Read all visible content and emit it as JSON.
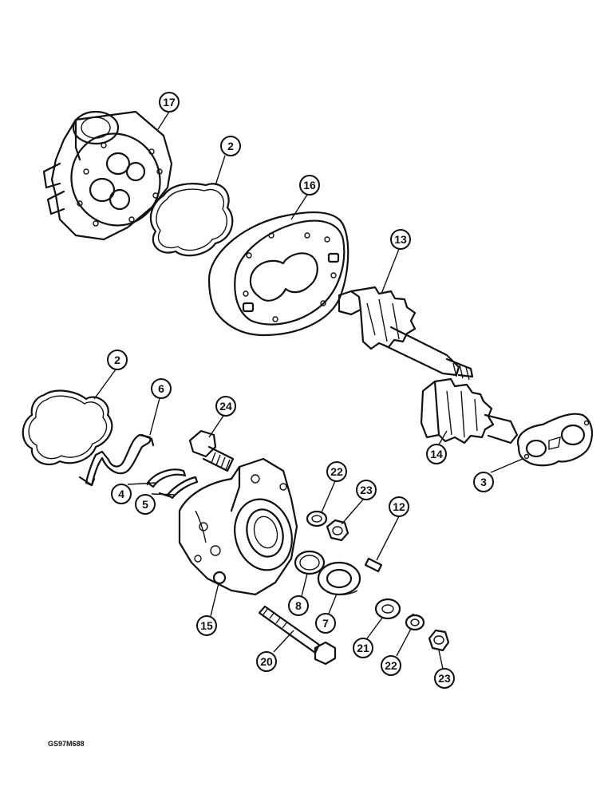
{
  "figure": {
    "reference_code": "GS97M688"
  },
  "callouts": [
    {
      "id": "c17",
      "label": "17",
      "part": "rear-cover"
    },
    {
      "id": "c2a",
      "label": "2",
      "part": "o-ring-upper"
    },
    {
      "id": "c16",
      "label": "16",
      "part": "gear-housing"
    },
    {
      "id": "c13",
      "label": "13",
      "part": "drive-gear-shaft"
    },
    {
      "id": "c2b",
      "label": "2",
      "part": "o-ring-lower"
    },
    {
      "id": "c6",
      "label": "6",
      "part": "seal-retainer"
    },
    {
      "id": "c24",
      "label": "24",
      "part": "cap-screw"
    },
    {
      "id": "c14",
      "label": "14",
      "part": "driven-gear"
    },
    {
      "id": "c3",
      "label": "3",
      "part": "wear-plate"
    },
    {
      "id": "c22a",
      "label": "22",
      "part": "lock-washer-upper"
    },
    {
      "id": "c23a",
      "label": "23",
      "part": "nut-upper"
    },
    {
      "id": "c12",
      "label": "12",
      "part": "key"
    },
    {
      "id": "c4",
      "label": "4",
      "part": "backup-seal"
    },
    {
      "id": "c5",
      "label": "5",
      "part": "seal"
    },
    {
      "id": "c8",
      "label": "8",
      "part": "snap-ring"
    },
    {
      "id": "c7",
      "label": "7",
      "part": "shaft-seal"
    },
    {
      "id": "c15",
      "label": "15",
      "part": "front-cover"
    },
    {
      "id": "c21",
      "label": "21",
      "part": "flat-washer"
    },
    {
      "id": "c22b",
      "label": "22",
      "part": "lock-washer-lower"
    },
    {
      "id": "c20",
      "label": "20",
      "part": "long-bolt"
    },
    {
      "id": "c23b",
      "label": "23",
      "part": "nut-lower"
    }
  ]
}
